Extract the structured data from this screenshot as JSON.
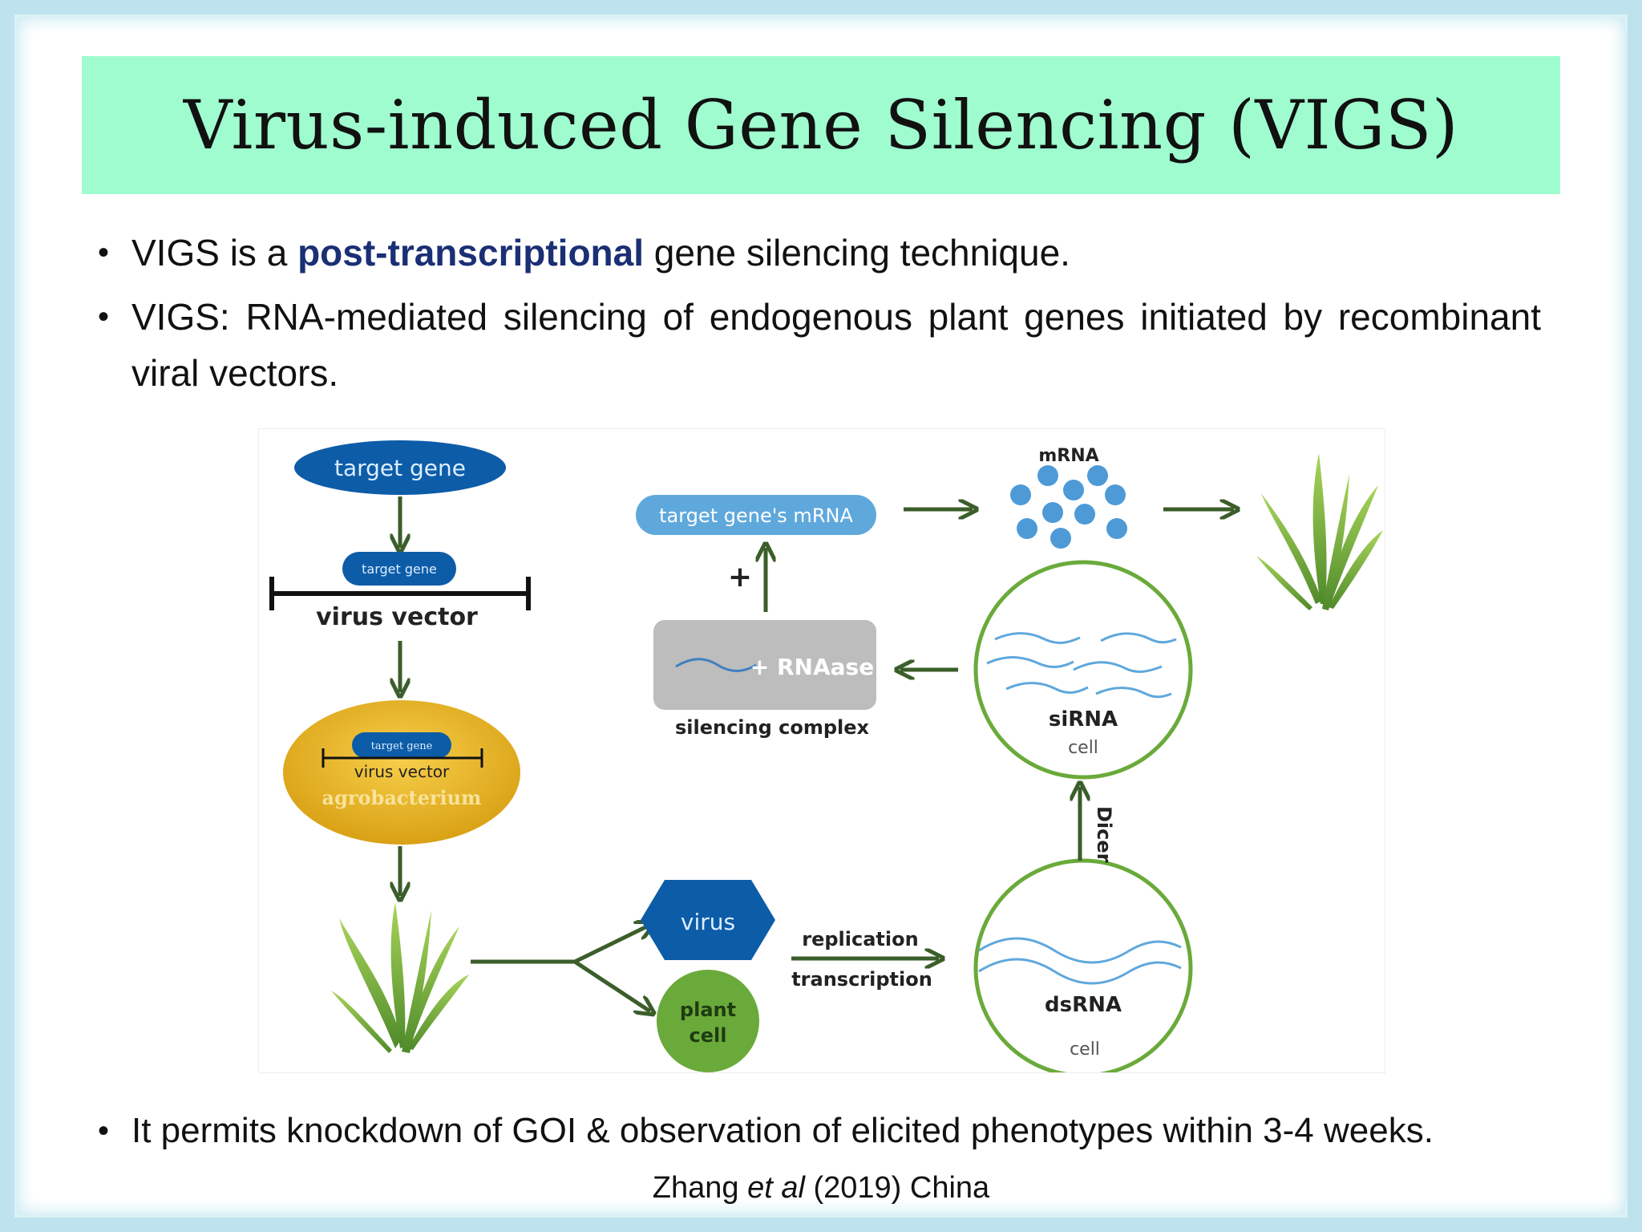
{
  "slide": {
    "title": "Virus-induced Gene Silencing (VIGS)",
    "bullet1_pre": "VIGS is a ",
    "bullet1_highlight": "post-transcriptional",
    "bullet1_post": " gene silencing technique.",
    "bullet2": "VIGS: RNA-mediated silencing of endogenous plant genes initiated by recombinant viral vectors.",
    "bullet3": "It permits knockdown of GOI & observation of elicited phenotypes within 3-4 weeks.",
    "citation_pre": "Zhang ",
    "citation_italic": "et al",
    "citation_post": " (2019) China",
    "bullet_glyph": "•"
  },
  "diagram": {
    "target_gene": "target gene",
    "target_gene_small": "target gene",
    "virus_vector": "virus vector",
    "agro_target_gene": "target gene",
    "agro_virus_vector": "virus vector",
    "agrobacterium": "agrobacterium",
    "virus": "virus",
    "plant_cell_line1": "plant",
    "plant_cell_line2": "cell",
    "replication": "replication",
    "transcription": "transcription",
    "dsrna": "dsRNA",
    "dsrna_cell": "cell",
    "dicer": "Dicer",
    "sirna": "siRNA",
    "sirna_cell": "cell",
    "rnaase": "+ RNAase",
    "silencing_complex": "silencing complex",
    "plus": "+",
    "target_mrna": "target gene's mRNA",
    "mrna": "mRNA",
    "colors": {
      "dark_blue": "#0d5ca8",
      "light_blue": "#5fa8dc",
      "green_arrow": "#3b5e2b",
      "circle_green": "#6aaa3a",
      "gold": "#e6b21d",
      "gray": "#bdbdbd"
    }
  }
}
